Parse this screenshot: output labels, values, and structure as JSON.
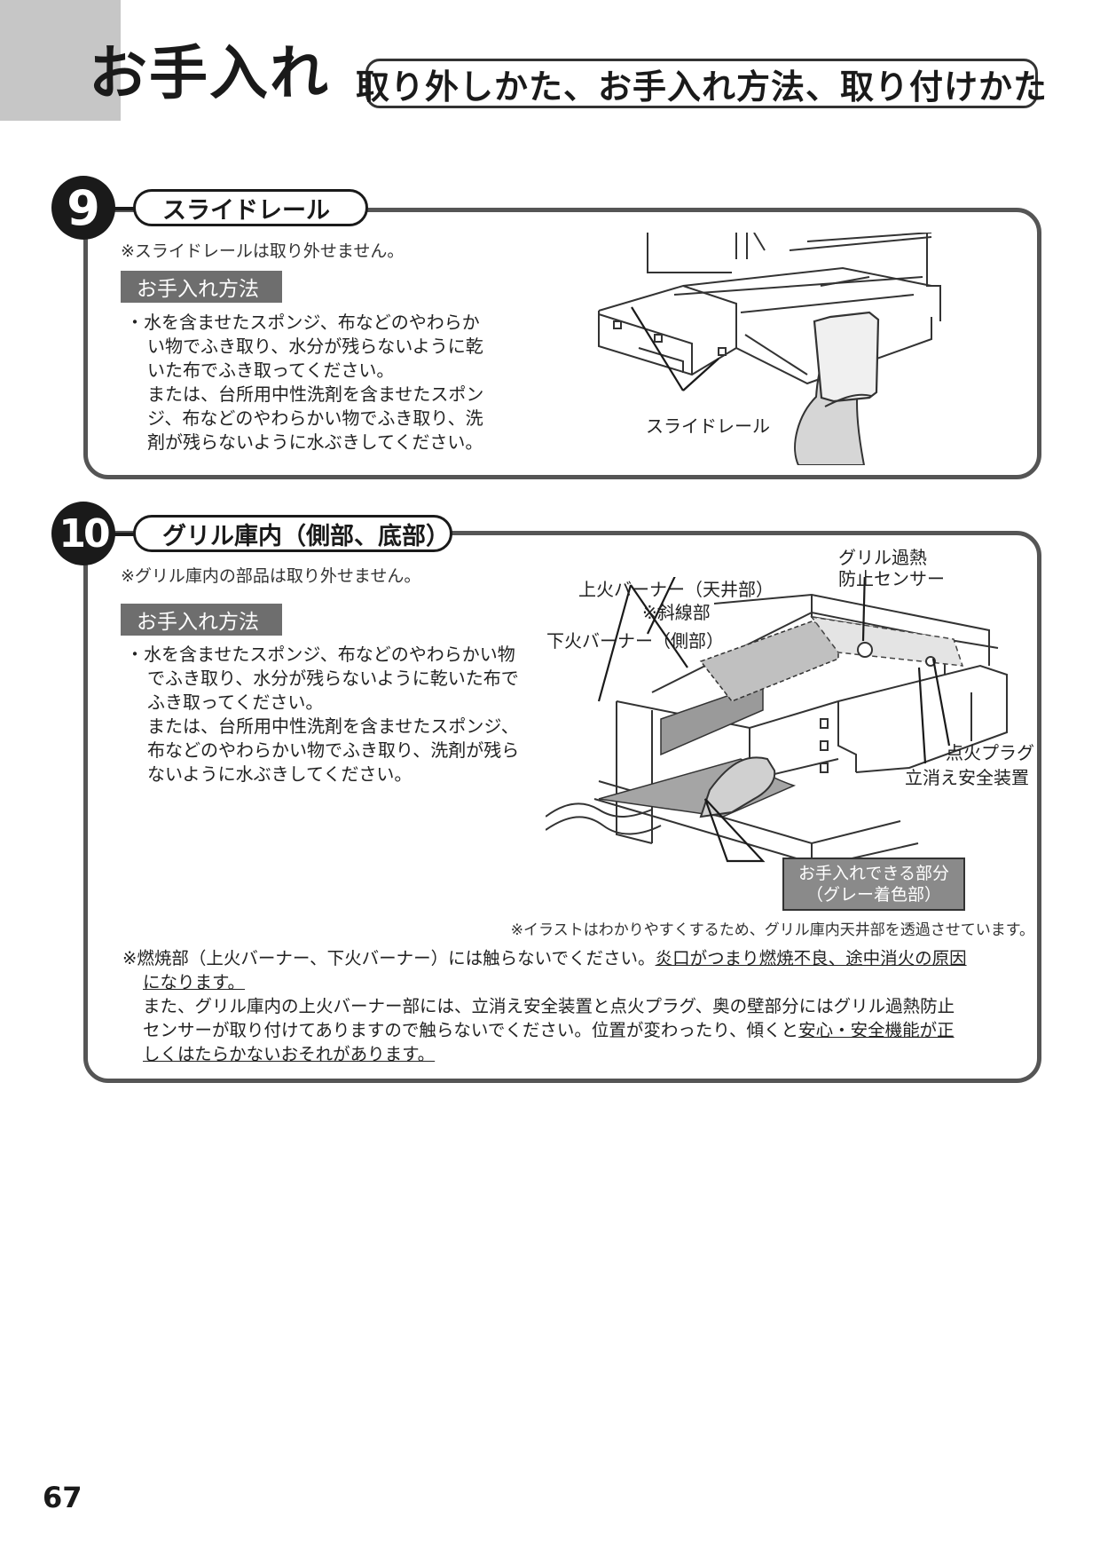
{
  "header": {
    "title": "お手入れ",
    "subtitle": "取り外しかた、お手入れ方法、取り付けかた"
  },
  "section9": {
    "number": "9",
    "heading": "スライドレール",
    "note": "※スライドレールは取り外せません。",
    "method_label": "お手入れ方法",
    "bullet_lines": [
      "・水を含ませたスポンジ、布などのやわらか",
      "い物でふき取り、水分が残らないように乾",
      "いた布でふき取ってください。",
      "または、台所用中性洗剤を含ませたスポン",
      "ジ、布などのやわらかい物でふき取り、洗",
      "剤が残らないように水ぶきしてください。"
    ],
    "illustration_label": "スライドレール"
  },
  "section10": {
    "number": "10",
    "heading": "グリル庫内（側部、底部）",
    "note": "※グリル庫内の部品は取り外せません。",
    "method_label": "お手入れ方法",
    "bullet_lines": [
      "・水を含ませたスポンジ、布などのやわらかい物",
      "でふき取り、水分が残らないように乾いた布で",
      "ふき取ってください。",
      "または、台所用中性洗剤を含ませたスポンジ、",
      "布などのやわらかい物でふき取り、洗剤が残ら",
      "ないように水ぶきしてください。"
    ],
    "callouts": {
      "upper_burner": "上火バーナー（天井部）",
      "hatched": "※斜線部",
      "lower_burner": "下火バーナー（側部）",
      "overheat_sensor_1": "グリル過熱",
      "overheat_sensor_2": "防止センサー",
      "ignition_plug": "点火プラグ",
      "flame_safety": "立消え安全装置",
      "cleanable_1": "お手入れできる部分",
      "cleanable_2": "（グレー着色部）"
    },
    "illustration_note": "※イラストはわかりやすくするため、グリル庫内天井部を透過させています。",
    "warning": {
      "l1_plain": "※燃焼部（上火バーナー、下火バーナー）には触らないでください。",
      "l1_under": "炎口がつまり燃焼不良、途中消火の原因",
      "l2_under": "になります。",
      "l3": "また、グリル庫内の上火バーナー部には、立消え安全装置と点火プラグ、奥の壁部分にはグリル過熱防止",
      "l4_plain": "センサーが取り付けてありますので触らないでください。位置が変わったり、傾くと",
      "l4_under": "安心・安全機能が正",
      "l5_under": "しくはたらかないおそれがあります。"
    }
  },
  "footer": {
    "page_number": "67"
  }
}
